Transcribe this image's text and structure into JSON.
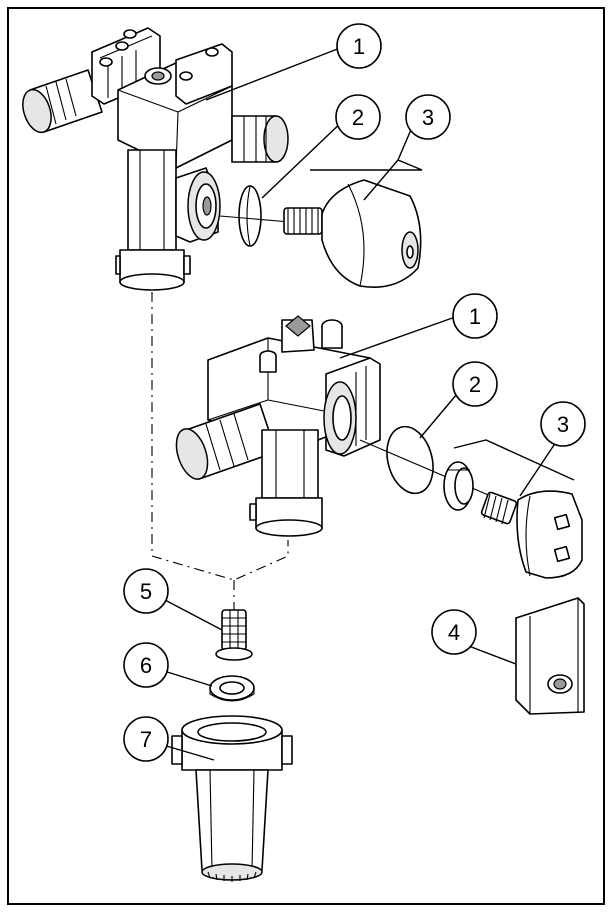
{
  "callouts": [
    {
      "id": "c1a",
      "label": "1"
    },
    {
      "id": "c2a",
      "label": "2"
    },
    {
      "id": "c3a",
      "label": "3"
    },
    {
      "id": "c1b",
      "label": "1"
    },
    {
      "id": "c2b",
      "label": "2"
    },
    {
      "id": "c3b",
      "label": "3"
    },
    {
      "id": "c4",
      "label": "4"
    },
    {
      "id": "c5",
      "label": "5"
    },
    {
      "id": "c6",
      "label": "6"
    },
    {
      "id": "c7",
      "label": "7"
    }
  ]
}
